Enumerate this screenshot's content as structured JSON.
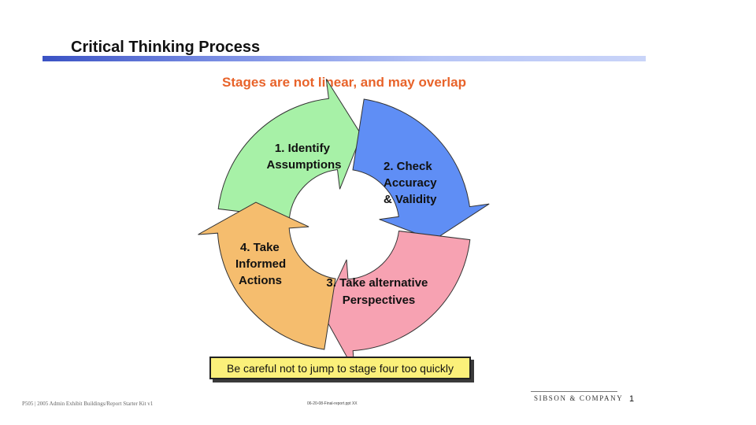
{
  "slide": {
    "title": "Critical Thinking Process",
    "subtitle": "Stages are not linear, and may overlap",
    "warning": "Be careful not to jump to stage four too quickly"
  },
  "stages": [
    {
      "lines": [
        "1. Identify",
        "Assumptions"
      ],
      "color": "#a7f1a7"
    },
    {
      "lines": [
        "2. Check",
        "Accuracy",
        "& Validity"
      ],
      "color": "#5f8ef5"
    },
    {
      "lines": [
        "3. Take alternative",
        "Perspectives"
      ],
      "color": "#f7a2b2"
    },
    {
      "lines": [
        "4. Take",
        "Informed",
        "Actions"
      ],
      "color": "#f5bd6e"
    }
  ],
  "footer": {
    "left": "P505 | 2005 Admin Exhibit Buildings/Report Starter Kit v1",
    "center": "06-20-08-Final-report.ppt XX",
    "company": "SIBSON & COMPANY",
    "page_number": "1"
  },
  "colors": {
    "subtitle": "#e8632a",
    "warning_box": "#fbf07a"
  }
}
